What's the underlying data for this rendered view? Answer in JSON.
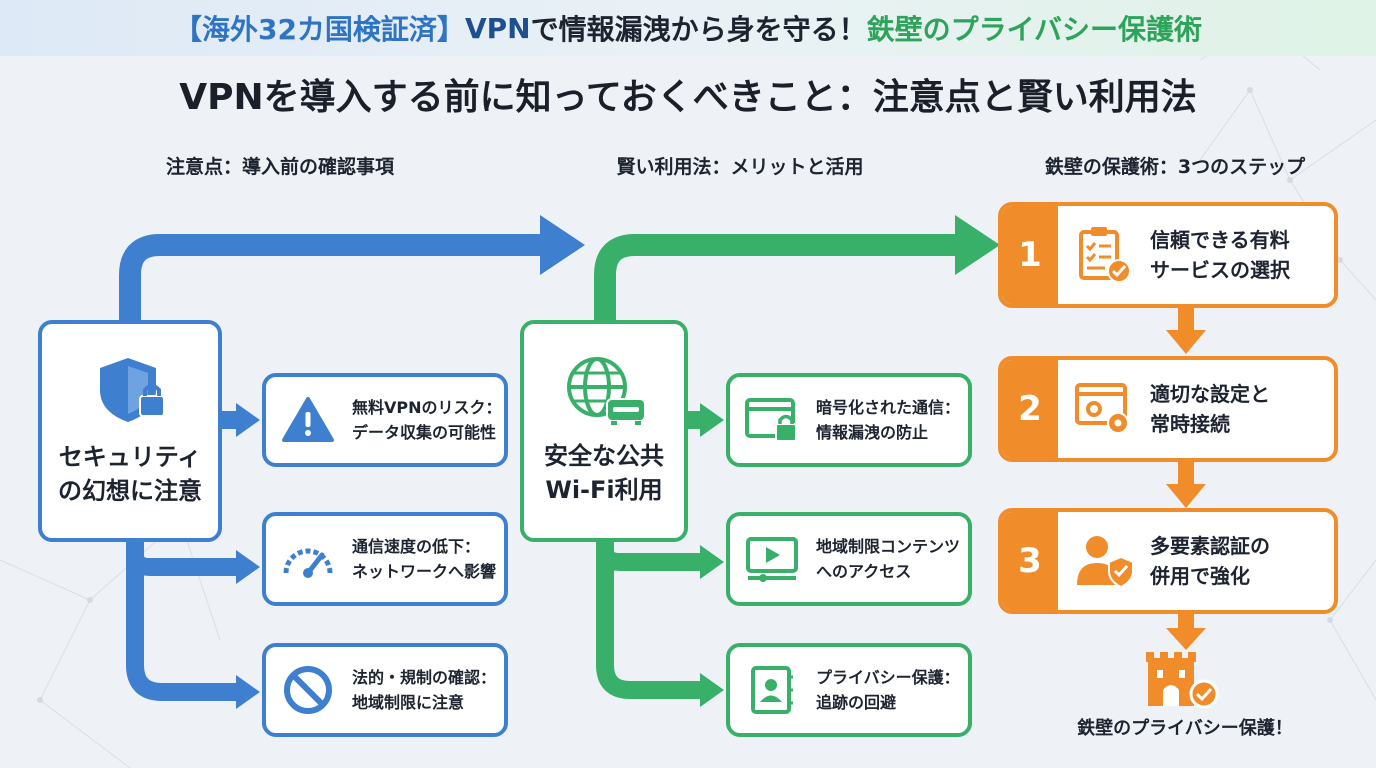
{
  "banner": {
    "part1": "【海外32カ国検証済】",
    "part2": "VPN",
    "part3": "で情報漏洩から身を守る！",
    "part4": "鉄壁のプライバシー保護術"
  },
  "main_title": "VPNを導入する前に知っておくべきこと：注意点と賢い利用法",
  "columns": {
    "cautions": {
      "heading": "注意点：導入前の確認事項",
      "main": "セキュリティ\nの幻想に注意",
      "items": [
        {
          "text": "無料VPNのリスク：\nデータ収集の可能性",
          "icon": "warning-icon"
        },
        {
          "text": "通信速度の低下：\nネットワークへ影響",
          "icon": "speedometer-icon"
        },
        {
          "text": "法的・規制の確認：\n地域制限に注意",
          "icon": "prohibited-icon"
        }
      ]
    },
    "usage": {
      "heading": "賢い利用法：メリットと活用",
      "main": "安全な公共\nWi-Fi利用",
      "items": [
        {
          "text": "暗号化された通信：\n情報漏洩の防止",
          "icon": "browser-lock-icon"
        },
        {
          "text": "地域制限コンテンツ\nへのアクセス",
          "icon": "video-player-icon"
        },
        {
          "text": "プライバシー保護：\n追跡の回避",
          "icon": "contact-book-icon"
        }
      ]
    },
    "steps": {
      "heading": "鉄壁の保護術：3つのステップ",
      "items": [
        {
          "num": "1",
          "text": "信頼できる有料\nサービスの選択",
          "icon": "checklist-icon"
        },
        {
          "num": "2",
          "text": "適切な設定と\n常時接続",
          "icon": "settings-window-icon"
        },
        {
          "num": "3",
          "text": "多要素認証の\n併用で強化",
          "icon": "user-shield-icon"
        }
      ],
      "final": "鉄壁のプライバシー保護！"
    }
  },
  "colors": {
    "blue": "#3f7fd0",
    "green": "#38b06a",
    "orange": "#f08c2a"
  }
}
